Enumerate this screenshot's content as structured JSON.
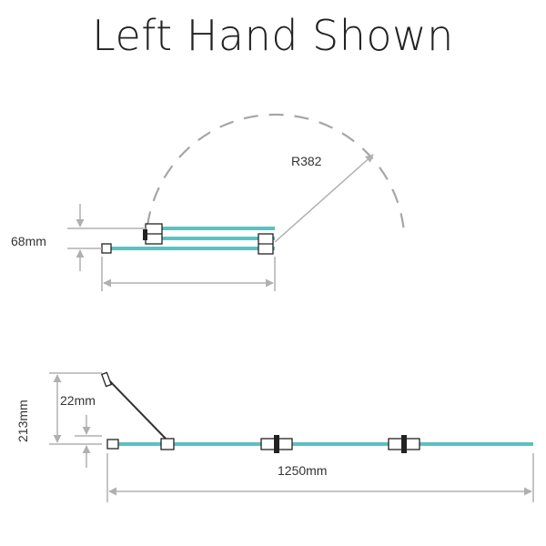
{
  "title": "Left Hand Shown",
  "labels": {
    "radius": "R382",
    "stack_depth": "68mm",
    "return_depth": "213mm",
    "offset": "22mm",
    "width": "1250mm"
  },
  "colors": {
    "glass": "#5fc0bd",
    "dimension": "#b0b0b0",
    "arc": "#a6a6a6",
    "outline": "#222222"
  }
}
